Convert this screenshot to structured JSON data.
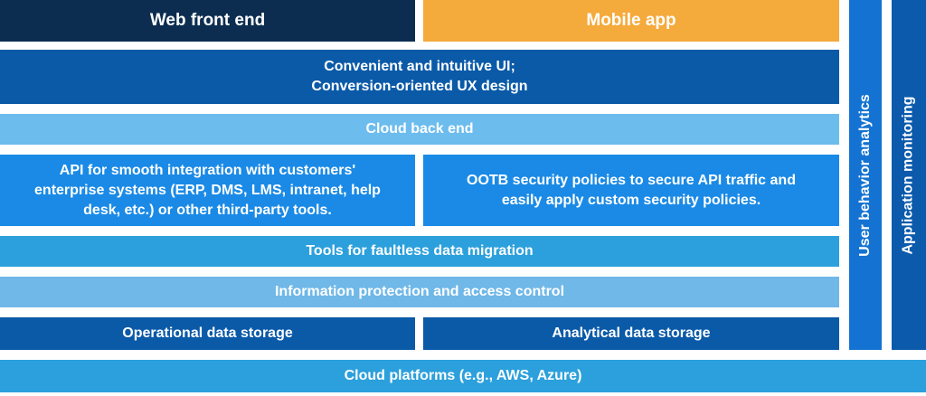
{
  "layers": {
    "web_front_end": "Web front end",
    "mobile_app": "Mobile app",
    "ui_design": "Convenient and intuitive UI;\nConversion-oriented UX design",
    "cloud_back_end": "Cloud back end",
    "api_integration": "API for smooth integration with customers'\nenterprise systems (ERP, DMS, LMS, intranet, help\ndesk, etc.) or other third-party tools.",
    "security_policies": "OOTB security policies to secure API traffic and\neasily apply custom security policies.",
    "data_migration": "Tools for faultless data migration",
    "information_protection": "Information protection and access control",
    "operational_storage": "Operational data storage",
    "analytical_storage": "Analytical data storage",
    "cloud_platforms": "Cloud platforms (e.g., AWS, Azure)"
  },
  "side": {
    "user_behavior_analytics": "User behavior analytics",
    "application_monitoring": "Application monitoring"
  },
  "colors": {
    "navy": "#0c2d50",
    "orange": "#f5aa3c",
    "dark_blue": "#0a5aa8",
    "light_blue": "#6cbcee",
    "mid_blue": "#1a8ae6",
    "teal_blue": "#2ca0dc",
    "sky_blue": "#6fb8e8",
    "side_blue": "#1473d2",
    "side_dark": "#0b5aac"
  }
}
